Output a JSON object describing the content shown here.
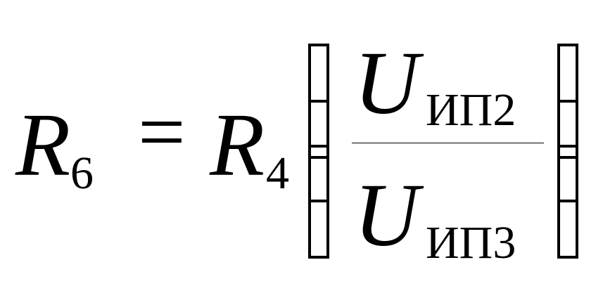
{
  "formula": {
    "lhs": {
      "symbol": "R",
      "subscript": "6"
    },
    "operator": "=",
    "coefficient": {
      "symbol": "R",
      "subscript": "4"
    },
    "numerator": {
      "symbol": "U",
      "subscript": "ИП2"
    },
    "denominator": {
      "symbol": "U",
      "subscript": "ИП3"
    },
    "bracket_style": "boxed-double-bar"
  }
}
